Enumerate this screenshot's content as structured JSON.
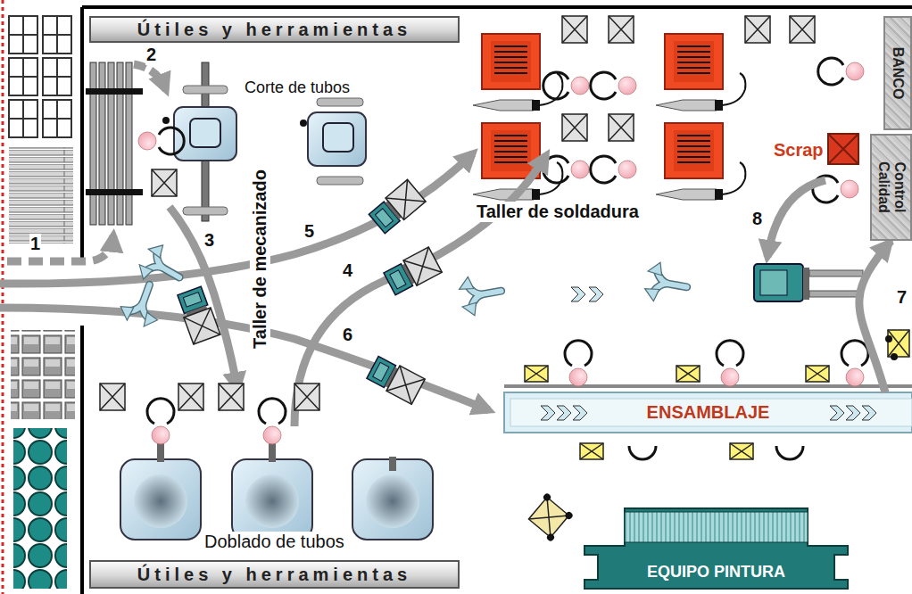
{
  "diagram": {
    "nodes": [
      {
        "text": [
          "Útiles y herramientas"
        ]
      },
      {
        "text": [
          "BANCO"
        ]
      },
      {
        "text": [
          "Control Calidad"
        ]
      },
      {
        "text": [
          "ENSAMBLAJE"
        ]
      },
      {
        "text": [
          "EQUIPO PINTURA"
        ]
      },
      {
        "text": [
          "Útiles y herramientas"
        ]
      }
    ],
    "edges": [
      {
        "from": 3,
        "to": 2,
        "arrow": "to"
      }
    ],
    "labels": [
      "1",
      "2",
      "3",
      "4",
      "5",
      "6",
      "7",
      "8",
      "Corte de tubos",
      "Taller de mecanizado",
      "Taller de soldadura",
      "Scrap",
      "Doblado de tubos"
    ]
  }
}
